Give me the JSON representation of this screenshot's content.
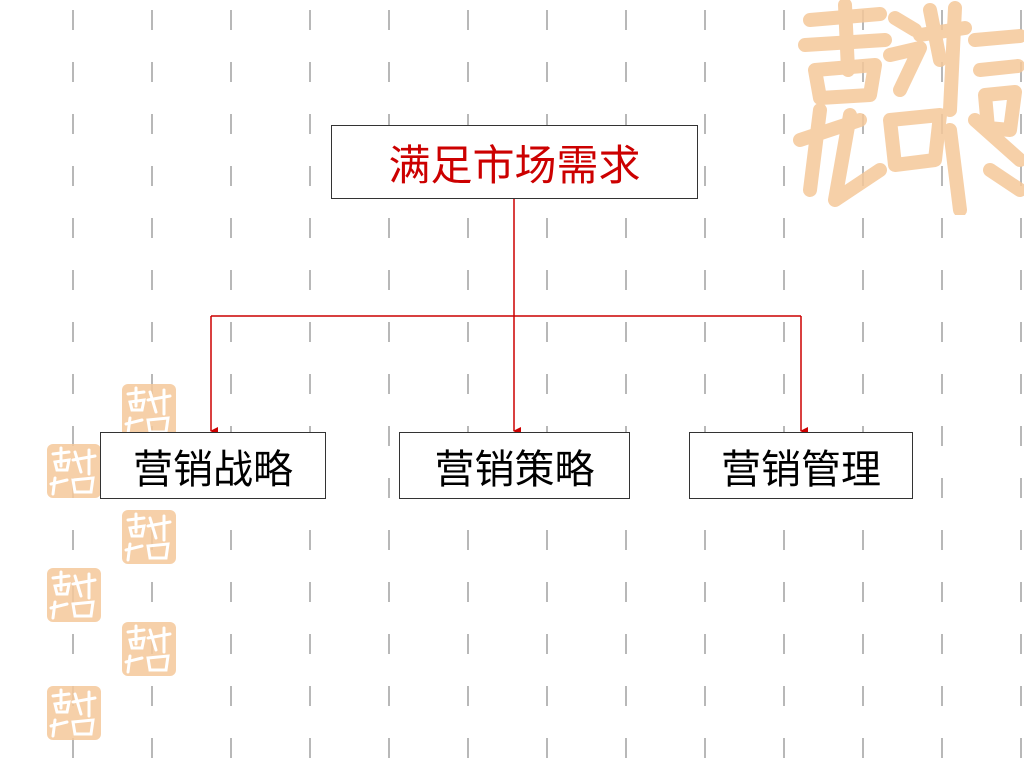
{
  "colors": {
    "background": "#ffffff",
    "grid_dash": "#b8b8b8",
    "connector": "#cc0000",
    "root_text": "#cc0000",
    "child_text": "#000000",
    "box_border": "#333333",
    "seal": "#f5c89a"
  },
  "diagram": {
    "root": {
      "label": "满足市场需求"
    },
    "children": [
      {
        "label": "营销战略"
      },
      {
        "label": "营销策略"
      },
      {
        "label": "营销管理"
      }
    ]
  },
  "decorations": {
    "seal_icon": "jixiang-seal-icon",
    "seal_text_large": "吉祥如意",
    "seal_text_small": "吉祥如意"
  }
}
